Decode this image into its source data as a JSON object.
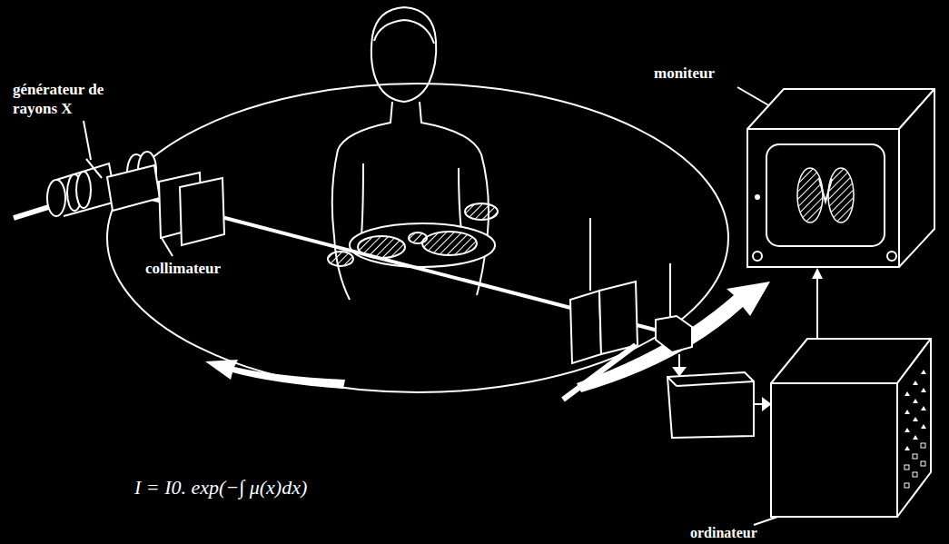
{
  "diagram": {
    "nodes": [
      {
        "text": [
          "moniteur"
        ]
      },
      {
        "text": [
          "ordinateur"
        ]
      }
    ],
    "edges": [
      {
        "from": 1,
        "to": 0,
        "arrow": "to"
      }
    ],
    "labels": [
      "générateur de rayons X",
      "collimateur",
      "I = I0. exp(−∫ μ(x)dx)"
    ]
  }
}
